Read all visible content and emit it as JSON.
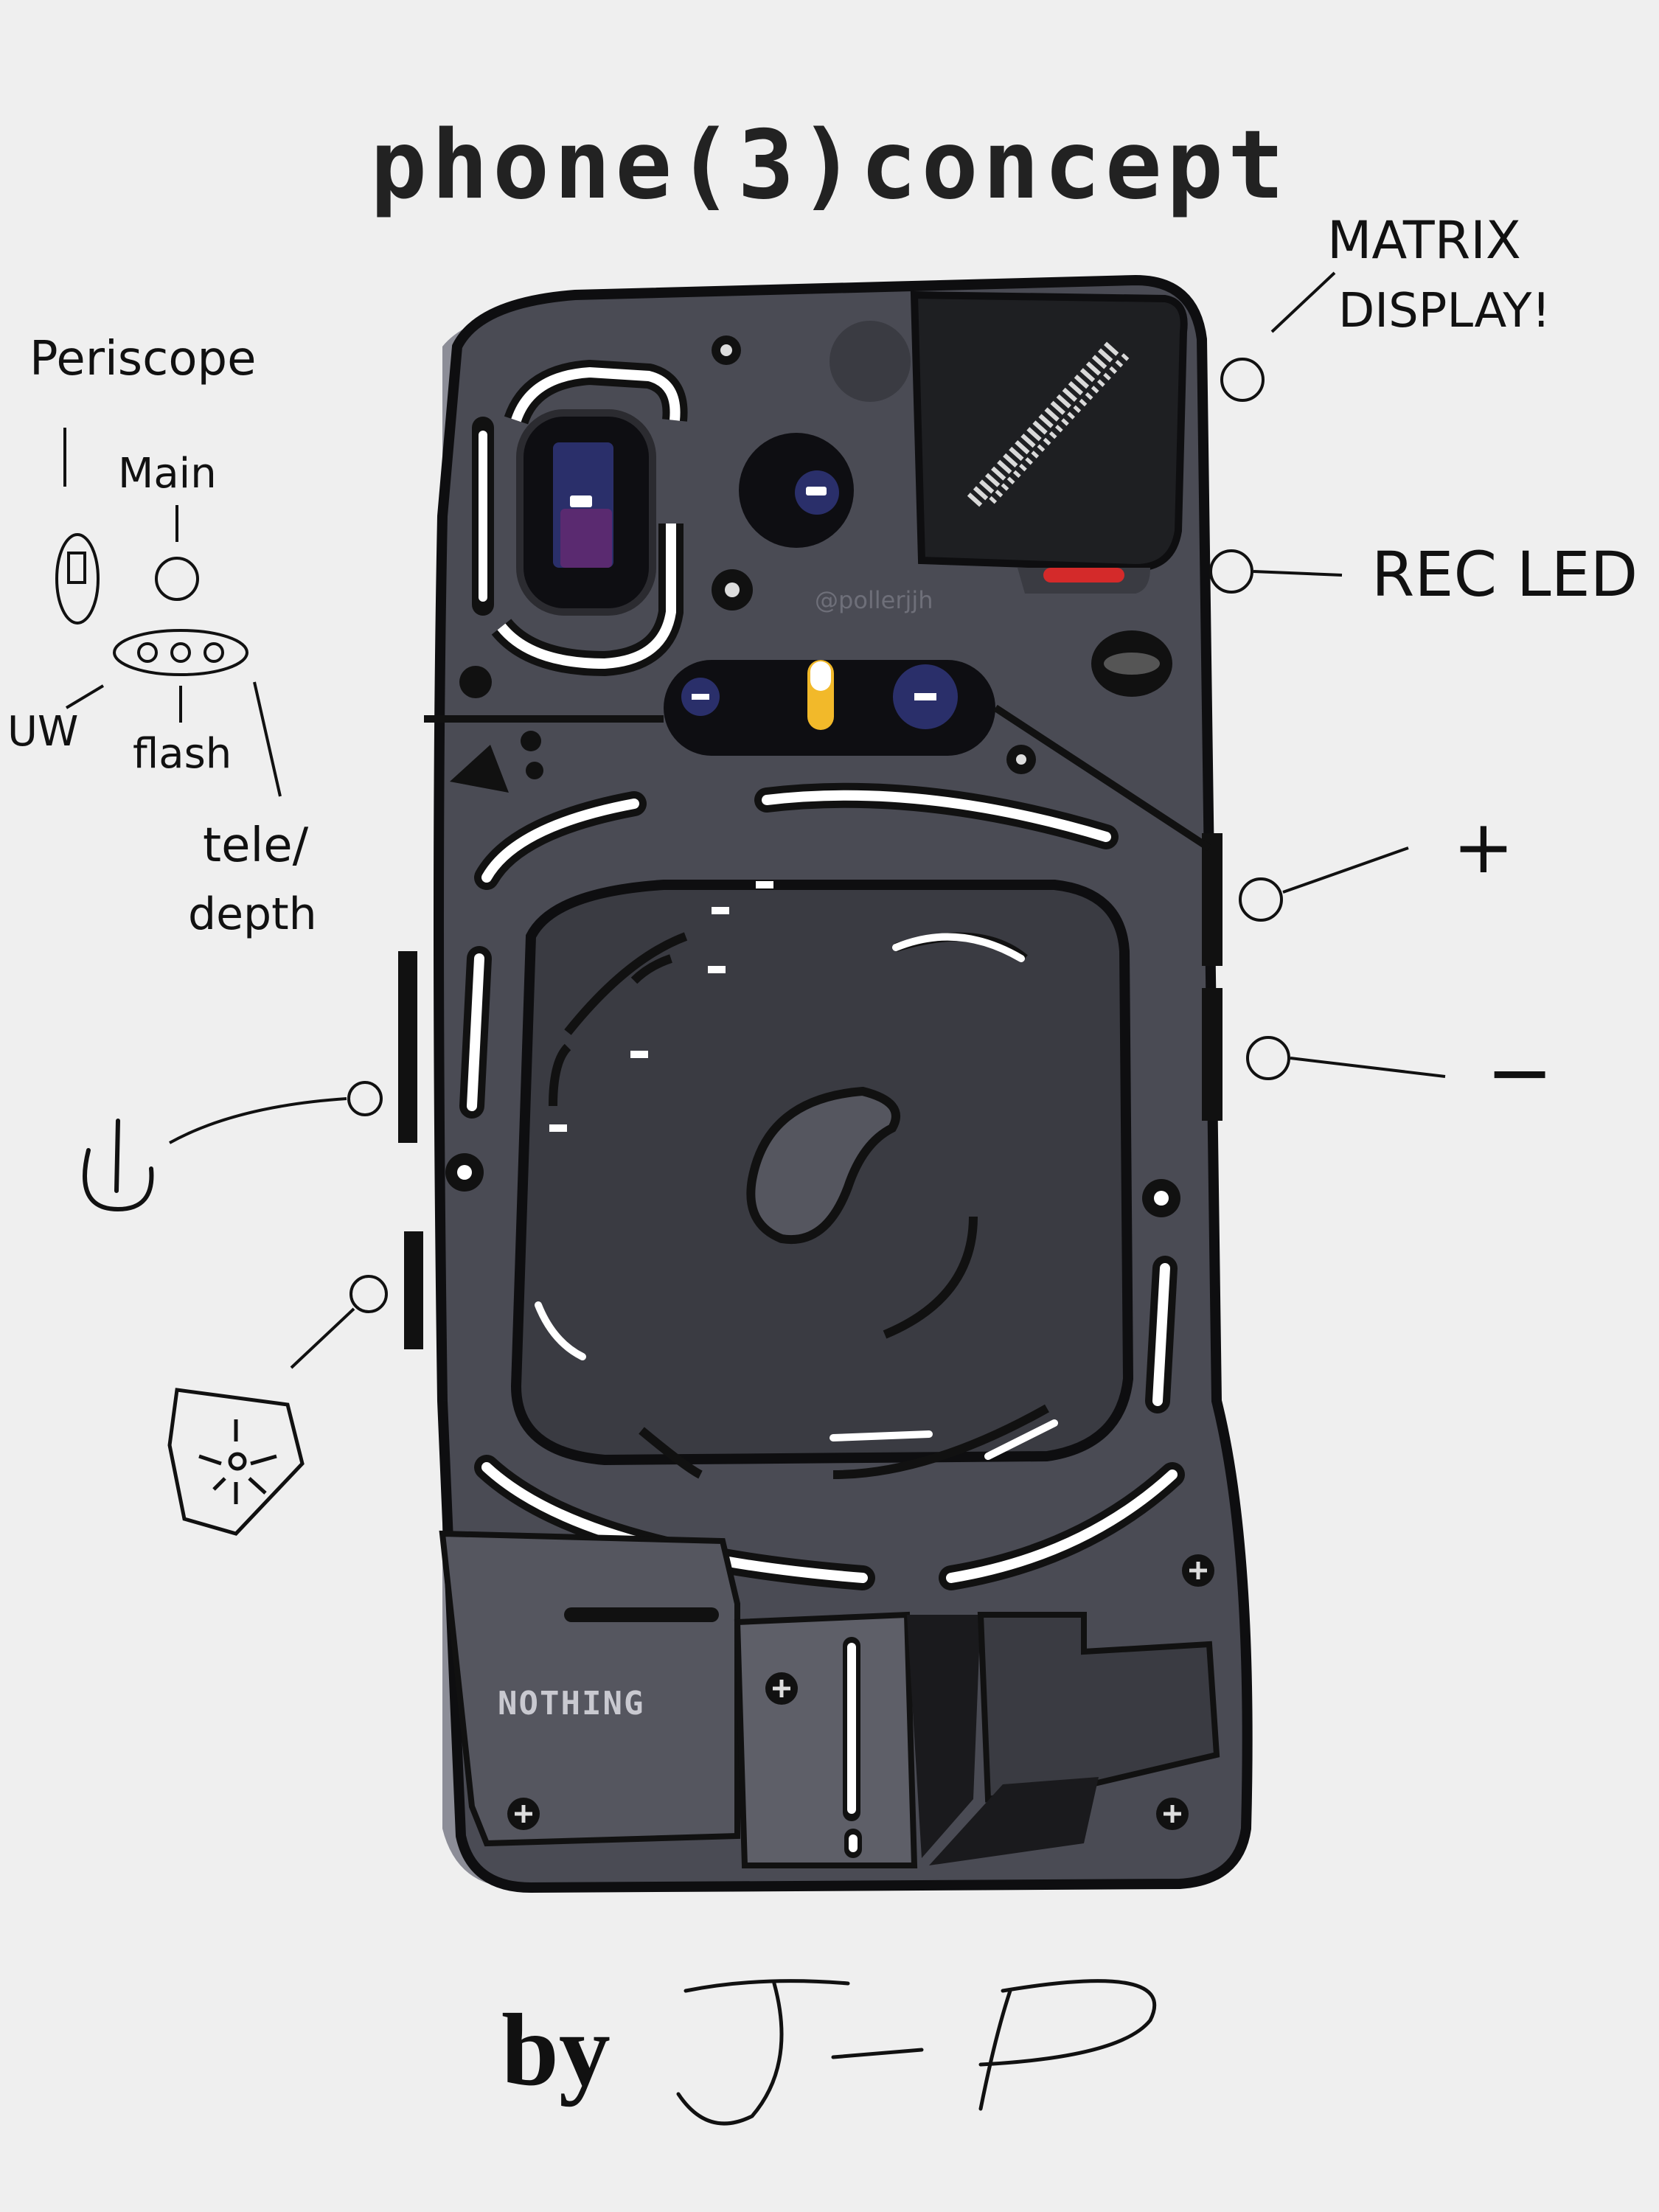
{
  "title": "phone(3)concept",
  "annotations": {
    "periscope": "Periscope",
    "main": "Main",
    "uw": "UW",
    "flash": "flash",
    "tele": "tele/",
    "depth": "depth",
    "matrix_display_1": "MATRIX",
    "matrix_display_2": "DISPLAY!",
    "rec_led": "REC LED",
    "volume_up": "+",
    "volume_down": "−"
  },
  "phone": {
    "brand_text": "NOTHING",
    "watermark": "@pollerjjh"
  },
  "byline": {
    "by": "by",
    "signature": "J-P"
  },
  "icons": {
    "power": "power-icon",
    "essential_key": "essential-key-icon"
  },
  "colors": {
    "background": "#efefef",
    "phone_body": "#4a4b54",
    "matrix_display": "#1e1f22",
    "rec_led": "#d42a2a",
    "flash": "#f2b92a"
  }
}
